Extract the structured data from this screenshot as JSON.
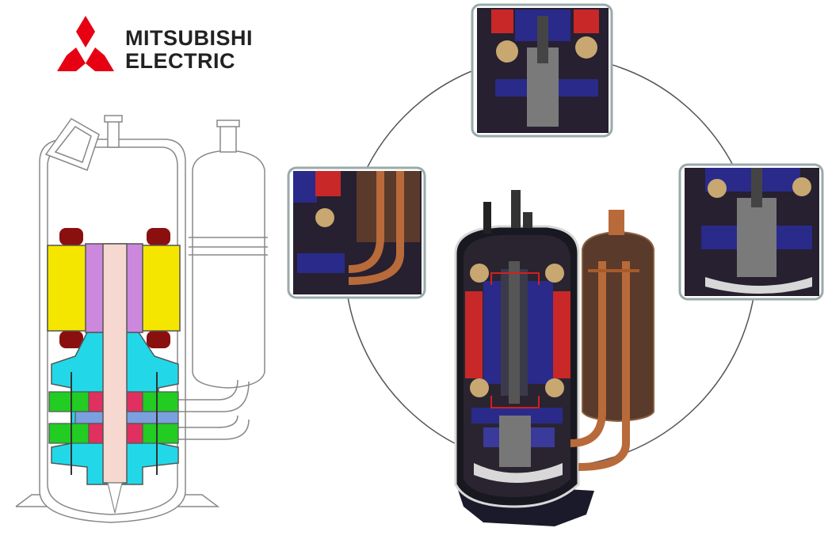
{
  "brand": {
    "line1": "MITSUBISHI",
    "line2": "ELECTRIC",
    "logo_color": "#e60012"
  },
  "colors": {
    "stator": "#f5e600",
    "rotor": "#cc88dd",
    "shaft": "#f6d8d0",
    "frame": "#22d8e8",
    "cylinder": "#22cc22",
    "roller": "#e03060",
    "coil": "#8a1010",
    "cutaway_blue": "#2a2a8a",
    "cutaway_red": "#c82828",
    "copper": "#b86a3a"
  },
  "images": [
    {
      "name": "schematic-cross-section"
    },
    {
      "name": "compressor-cutaway-photo"
    },
    {
      "name": "detail-top"
    },
    {
      "name": "detail-left"
    },
    {
      "name": "detail-right"
    }
  ]
}
